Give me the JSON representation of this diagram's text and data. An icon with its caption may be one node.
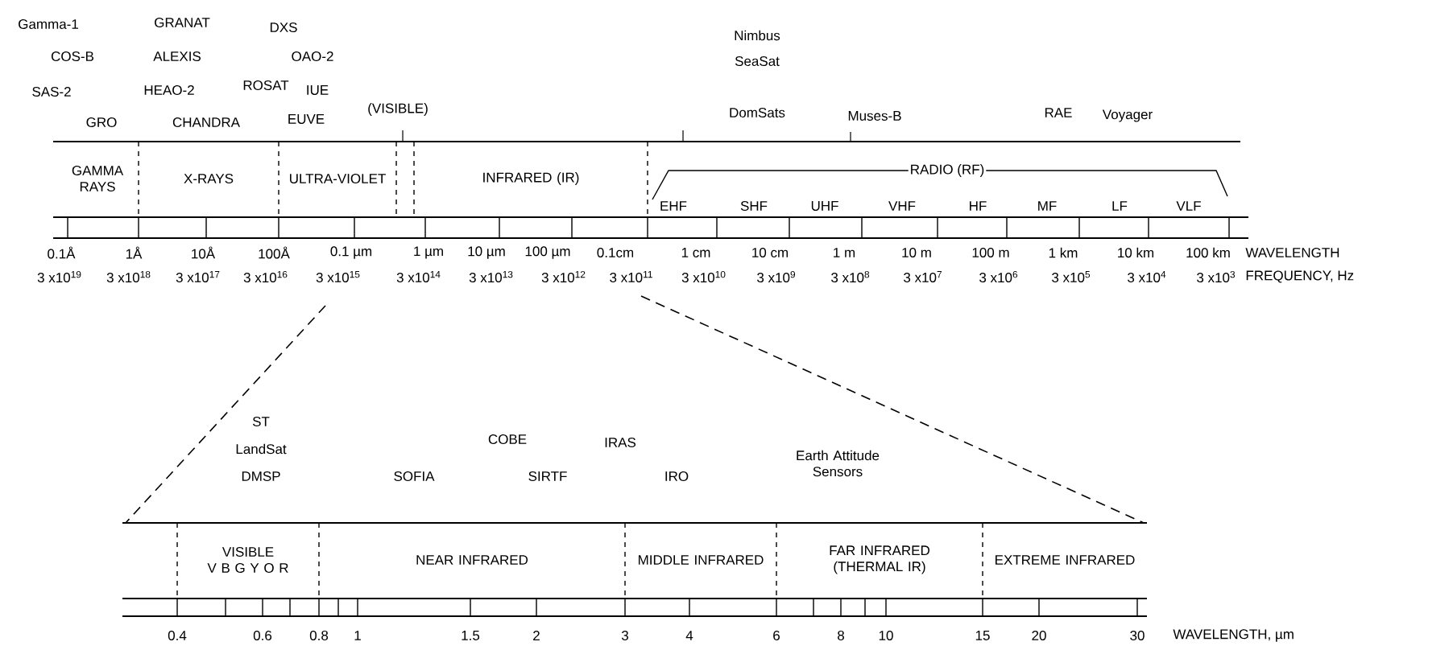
{
  "diagram": {
    "nodes": [
      {
        "text": [
          "GAMMA RAYS"
        ]
      },
      {
        "text": [
          "X-RAYS"
        ]
      },
      {
        "text": [
          "ULTRA-VIOLET"
        ]
      },
      {
        "text": [
          "INFRARED (IR)"
        ]
      },
      {
        "text": [
          "VISIBLE",
          "V B G Y O R"
        ]
      },
      {
        "text": [
          "NEAR INFRARED"
        ]
      },
      {
        "text": [
          "MIDDLE INFRARED"
        ]
      },
      {
        "text": [
          "FAR INFRARED (THERMAL IR)"
        ]
      },
      {
        "text": [
          "EXTREME INFRARED"
        ]
      }
    ],
    "labels": [
      "Gamma-1",
      "GRANAT",
      "DXS",
      "COS-B",
      "ALEXIS",
      "OAO-2",
      "Nimbus",
      "SeaSat",
      "SAS-2",
      "HEAO-2",
      "ROSAT",
      "IUE",
      "GRO",
      "CHANDRA",
      "EUVE",
      "(VISIBLE)",
      "DomSats",
      "Muses-B",
      "RAE",
      "Voyager",
      "RADIO (RF)",
      "EHF",
      "SHF",
      "UHF",
      "VHF",
      "HF",
      "MF",
      "LF",
      "VLF",
      "0.1Å",
      "1Å",
      "10Å",
      "100Å",
      "0.1 µm",
      "1 µm",
      "10 µm",
      "100 µm",
      "0.1cm",
      "1 cm",
      "10 cm",
      "1 m",
      "10 m",
      "100 m",
      "1 km",
      "10 km",
      "100 km",
      "WAVELENGTH",
      "3 x10$^{19}$",
      "3 x10$^{18}$",
      "3 x10$^{17}$",
      "3 x10$^{16}$",
      "3 x10$^{15}$",
      "3 x10$^{14}$",
      "3 x10$^{13}$",
      "3 x10$^{12}$",
      "3 x10$^{11}$",
      "3 x10$^{10}$",
      "3 x10$^{9}$",
      "3 x10$^{8}$",
      "3 x10$^{7}$",
      "3 x10$^{6}$",
      "3 x10$^{5}$",
      "3 x10$^{4}$",
      "3 x10$^{3}$",
      "FREQUENCY, Hz",
      "ST",
      "COBE",
      "IRAS",
      "Earth Attitude Sensors",
      "LandSat",
      "DMSP",
      "SOFIA",
      "SIRTF",
      "IRO",
      "0.4",
      "0.6",
      "0.8",
      "1",
      "1.5",
      "2",
      "3",
      "4",
      "6",
      "8",
      "10",
      "15",
      "20",
      "30",
      "WAVELENGTH, µm"
    ]
  }
}
